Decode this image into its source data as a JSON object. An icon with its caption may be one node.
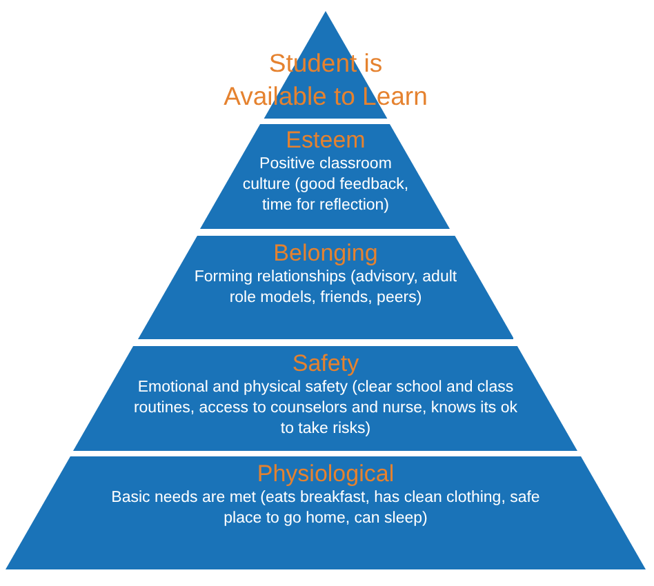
{
  "diagram": {
    "nodes": [
      {
        "text": [
          "Student is Available to Learn"
        ]
      },
      {
        "text": [
          "Esteem",
          "Positive classroom culture (good feedback, time for reflection)"
        ]
      },
      {
        "text": [
          "Belonging",
          "Forming relationships (advisory, adult role models, friends, peers)"
        ]
      },
      {
        "text": [
          "Safety",
          "Emotional and physical safety (clear school and class routines, access to counselors and nurse, knows its ok to take risks)"
        ]
      },
      {
        "text": [
          "Physiological",
          "Basic needs are met (eats breakfast, has clean clothing, safe place to go home, can sleep)"
        ]
      }
    ]
  }
}
